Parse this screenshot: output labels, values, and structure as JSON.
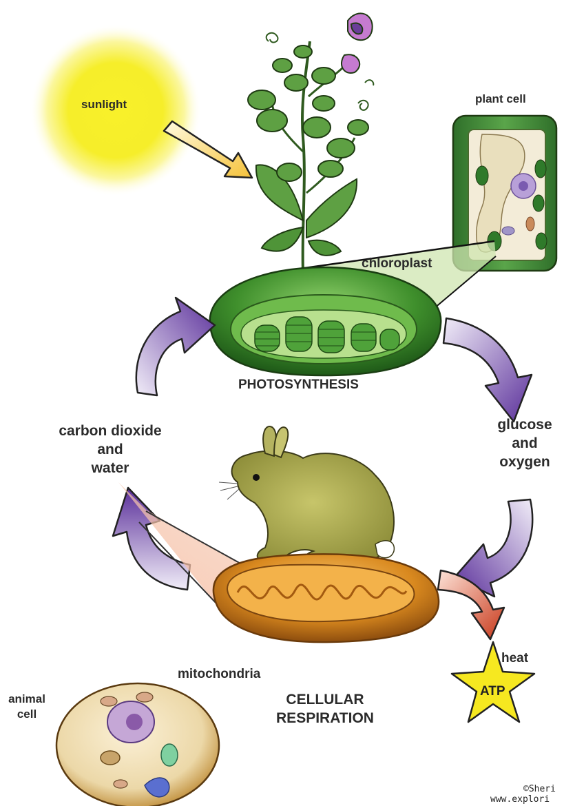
{
  "labels": {
    "sunlight": "sunlight",
    "plant_cell": "plant cell",
    "chloroplast": "chloroplast",
    "photosynthesis": "PHOTOSYNTHESIS",
    "carbon_dioxide_line1": "carbon dioxide",
    "carbon_dioxide_line2": "and",
    "carbon_dioxide_line3": "water",
    "glucose_line1": "glucose",
    "glucose_line2": "and",
    "glucose_line3": "oxygen",
    "mitochondria": "mitochondria",
    "animal_cell_line1": "animal",
    "animal_cell_line2": "cell",
    "cellular_respiration_line1": "CELLULAR",
    "cellular_respiration_line2": "RESPIRATION",
    "heat": "heat",
    "atp": "ATP",
    "copyright_line1": "©Sheri",
    "copyright_line2": "www.explori"
  },
  "colors": {
    "sun": "#f6ee2a",
    "arrow_purple_dark": "#5a2f9a",
    "arrow_purple_light": "#e6e0f2",
    "chloroplast_green": "#3f8f2c",
    "mitochondria_orange": "#d9891f",
    "atp_yellow": "#f6e820",
    "heat_red": "#c8381a"
  }
}
